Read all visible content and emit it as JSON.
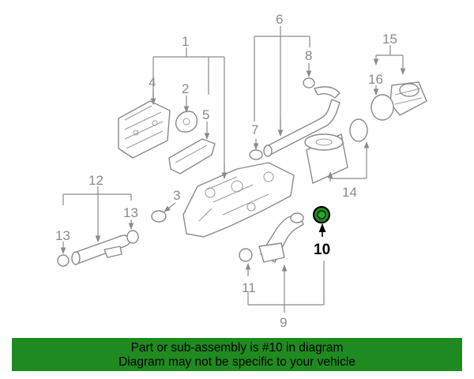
{
  "diagram": {
    "callouts": [
      "1",
      "2",
      "3",
      "4",
      "5",
      "6",
      "7",
      "8",
      "9",
      "10",
      "11",
      "12",
      "13",
      "13",
      "14",
      "15",
      "16"
    ],
    "highlight_color": "#1f8a1f"
  },
  "banner": {
    "line1": "Part or sub-assembly is #10 in diagram",
    "line2": "Diagram may not be specific to your vehicle",
    "background": "#1f8a1f"
  }
}
